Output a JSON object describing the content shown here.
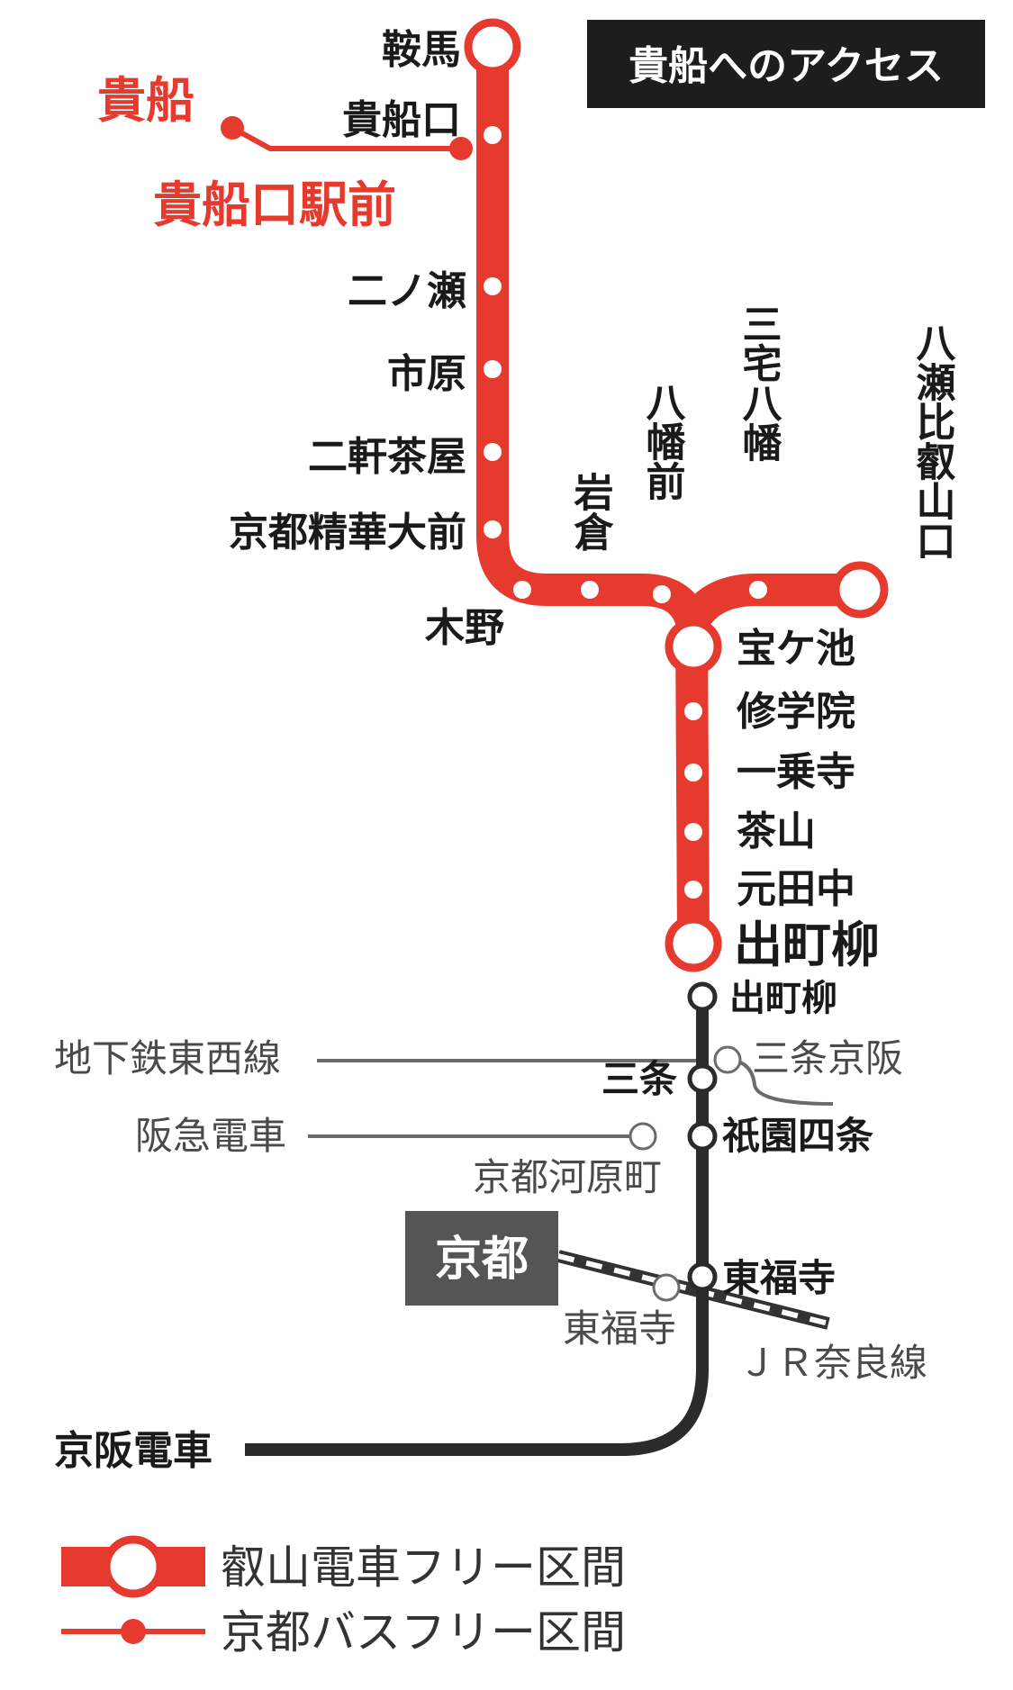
{
  "title": "貴船へのアクセス",
  "colors": {
    "eizan_red": "#e63a2e",
    "keihan_black": "#2b2b2b",
    "other_gray": "#6b6b6b",
    "title_bg": "#1d1d1d",
    "kyoto_box": "#555555"
  },
  "eizan_line": {
    "stations": {
      "kurama": "鞍馬",
      "kibuneguchi": "貴船口",
      "ninose": "二ノ瀬",
      "ichihara": "市原",
      "nikenchaya": "二軒茶屋",
      "kyoto_seika_daimae": "京都精華大前",
      "kino": "木野",
      "iwakura": "岩倉",
      "hachimanmae": "八幡前",
      "miyake_hachiman": "三宅八幡",
      "yase_hieizanguchi": "八瀬比叡山口",
      "takaragaike": "宝ケ池",
      "shugakuin": "修学院",
      "ichijoji": "一乗寺",
      "chayama": "茶山",
      "mototanaka": "元田中",
      "demachiyanagi": "出町柳"
    }
  },
  "bus": {
    "kibune": "貴船",
    "kibuneguchi_ekimae": "貴船口駅前"
  },
  "keihan": {
    "line_name": "京阪電車",
    "stations": {
      "demachiyanagi": "出町柳",
      "sanjo": "三条",
      "gion_shijo": "祇園四条",
      "tofukuji": "東福寺"
    }
  },
  "others": {
    "subway_tozai": "地下鉄東西線",
    "sanjo_keihan": "三条京阪",
    "hankyu": "阪急電車",
    "kyoto_kawaramachi": "京都河原町",
    "kyoto": "京都",
    "jr_tofukuji": "東福寺",
    "jr_nara_line": "ＪＲ奈良線"
  },
  "legend": {
    "eizan": "叡山電車フリー区間",
    "bus": "京都バスフリー区間"
  }
}
